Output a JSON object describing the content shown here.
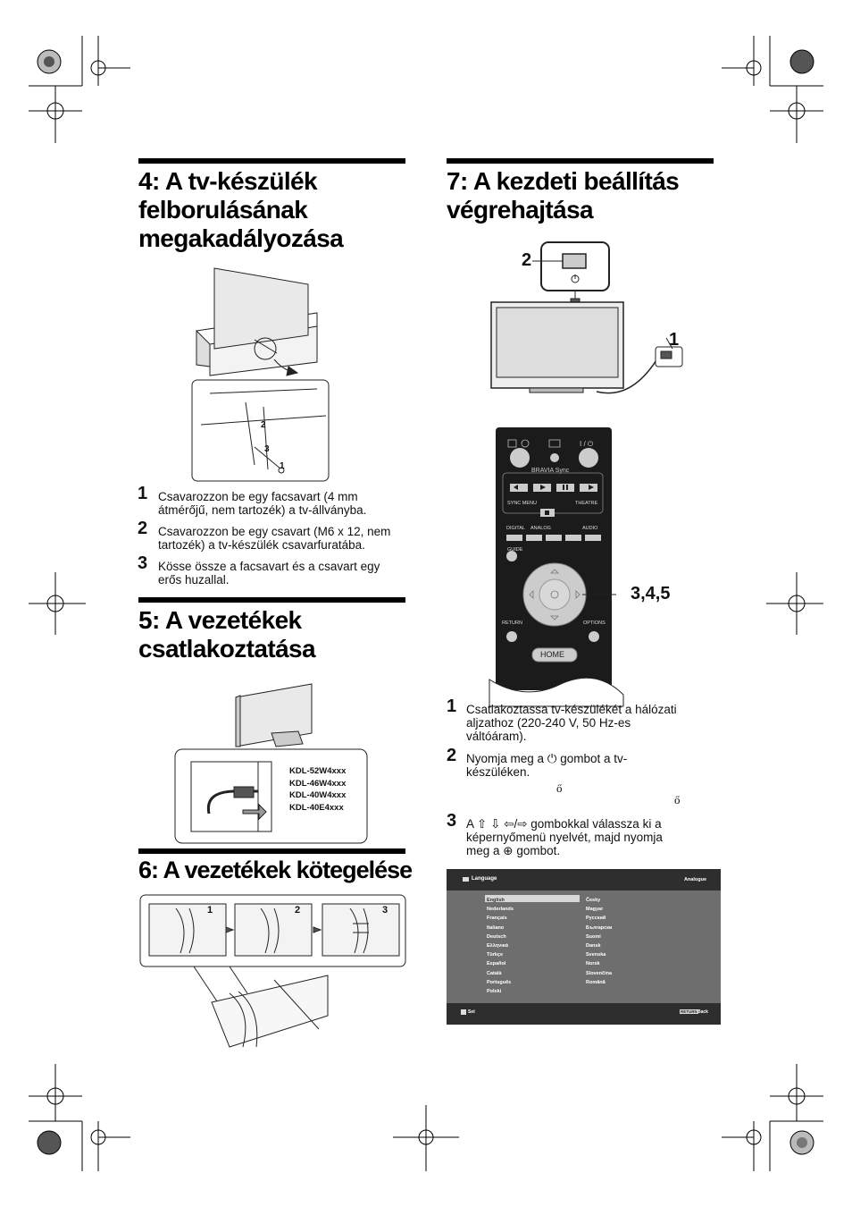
{
  "sections": {
    "s4": {
      "title_lines": [
        "4: A tv-készülék",
        "felborulásának",
        "megakadályozása"
      ],
      "steps": [
        {
          "num": "1",
          "lines": [
            "Csavarozzon be egy facsavart (4 mm",
            "átmérőjű, nem tartozék) a tv-állványba."
          ]
        },
        {
          "num": "2",
          "lines": [
            "Csavarozzon be egy csavart (M6 x 12, nem",
            "tartozék) a tv-készülék csavarfuratába."
          ]
        },
        {
          "num": "3",
          "lines": [
            "Kösse össze a facsavart és a csavart egy",
            "erős huzallal."
          ]
        }
      ],
      "figure_callouts": [
        "2",
        "3",
        "1"
      ]
    },
    "s5": {
      "title_lines": [
        "5: A vezetékek",
        "csatlakoztatása"
      ],
      "models": [
        "KDL-52W4xxx",
        "KDL-46W4xxx",
        "KDL-40W4xxx",
        "KDL-40E4xxx"
      ]
    },
    "s6": {
      "title": "6: A vezetékek kötegelése",
      "figure_callouts": [
        "1",
        "2",
        "3"
      ]
    },
    "s7": {
      "title_lines": [
        "7: A kezdeti beállítás",
        "végrehajtása"
      ],
      "figure_callouts": {
        "power_button": "2",
        "plug": "1",
        "remote": "3,4,5"
      },
      "remote_labels": {
        "bravia_sync": "BRAVIA Sync",
        "sync_menu": "SYNC MENU",
        "theatre": "THEATRE",
        "digital": "DIGITAL",
        "analog": "ANALOG",
        "audio": "AUDIO",
        "guide": "GUIDE",
        "return": "RETURN",
        "options": "OPTIONS",
        "home": "HOME"
      },
      "steps": [
        {
          "num": "1",
          "lines": [
            "Csatlakoztassa tv-készülékét a hálózati",
            "aljzathoz (220-240 V, 50 Hz-es",
            "váltóáram)."
          ]
        },
        {
          "num": "2",
          "lines": [
            "Nyomja meg a ⏻ gombot a tv-",
            "készüléken."
          ],
          "artifacts": [
            "ő",
            "ő"
          ]
        },
        {
          "num": "3",
          "lines": [
            "A ⇧ ⇩ ⇦/⇨ gombokkal válassza ki a",
            "képernyőmenü nyelvét, majd nyomja",
            "meg a ⊕  gombot."
          ]
        }
      ],
      "language_screen": {
        "header_left": "Language",
        "header_right": "Analogue",
        "left_column": [
          "English",
          "Nederlands",
          "Français",
          "Italiano",
          "Deutsch",
          "Ελληνικά",
          "Türkçe",
          "Español",
          "Català",
          "Português",
          "Polski"
        ],
        "right_column": [
          "Česky",
          "Magyar",
          "Русский",
          "Български",
          "Suomi",
          "Dansk",
          "Svenska",
          "Norsk",
          "Slovenčina",
          "Română"
        ],
        "selected": "English",
        "footer_left": "Set",
        "footer_return_key": "RETURN",
        "footer_right": "Back"
      }
    }
  }
}
